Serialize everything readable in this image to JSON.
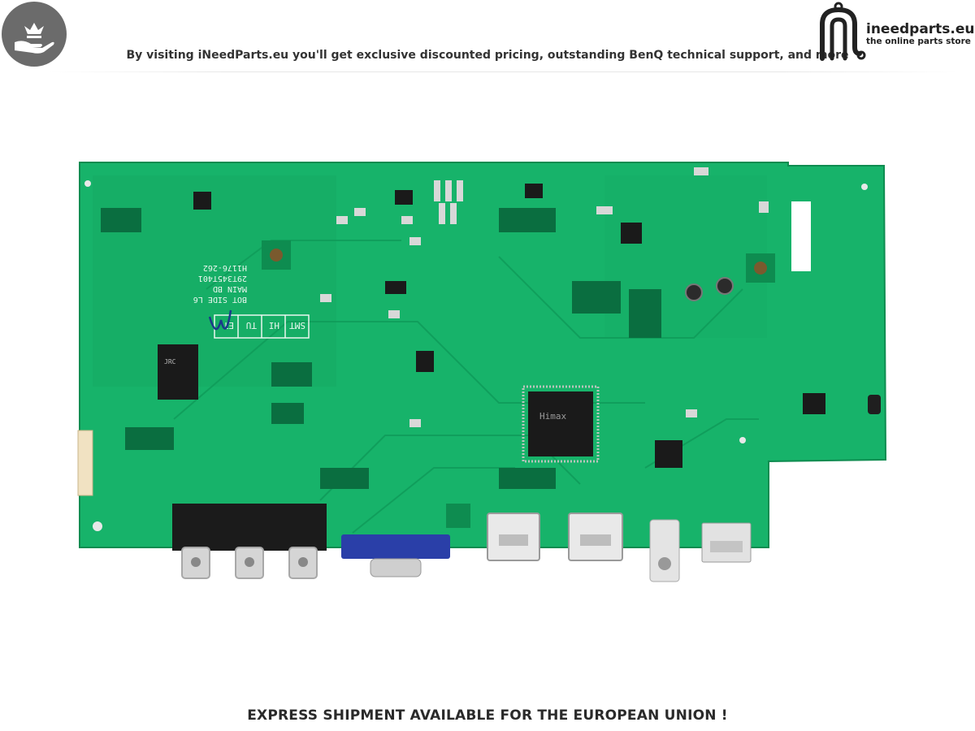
{
  "header": {
    "tagline": "By visiting iNeedParts.eu you'll get exclusive discounted pricing, outstanding BenQ technical support, and more"
  },
  "logo": {
    "name": "ineedparts.eu",
    "subtitle": "the online parts store"
  },
  "board": {
    "silkscreen": [
      "BOT SIDE L6",
      "MAIN BD",
      "29T345T401",
      "H1176-262"
    ],
    "process_labels": [
      "SMT",
      "HI",
      "TU",
      "ET"
    ],
    "chip_main": "Himax",
    "chip_jrc": "JRC"
  },
  "footer": {
    "notice": "EXPRESS SHIPMENT AVAILABLE FOR THE EUROPEAN UNION !"
  },
  "colors": {
    "pcb": "#17b36a",
    "pcb_dark": "#0f9a59",
    "badge": "#6b6b6b",
    "vga": "#2a3fa8"
  }
}
